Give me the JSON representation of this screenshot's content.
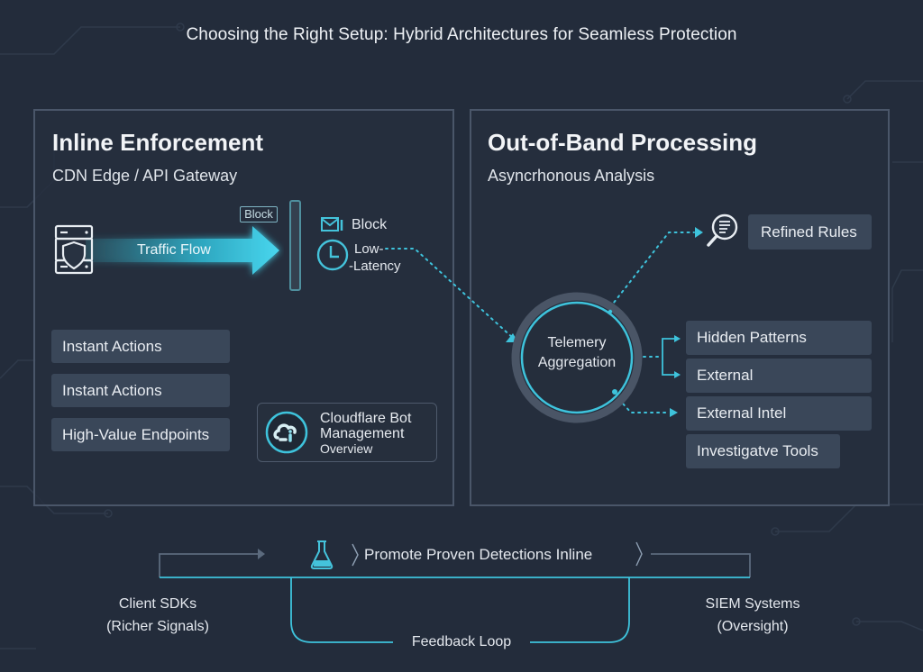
{
  "title": "Choosing the Right Setup: Hybrid Architectures for Seamless Protection",
  "inline": {
    "title": "Inline Enforcement",
    "subtitle": "CDN Edge / API Gateway",
    "traffic_flow_label": "Traffic Flow",
    "block_tag": "Block",
    "block_label": "Block",
    "latency_line1": "Low-",
    "latency_line2": "-Latency",
    "chips": [
      "Instant Actions",
      "Instant Actions",
      "High-Value Endpoints"
    ],
    "cloudflare_card": {
      "line1": "Cloudflare Bot",
      "line2": "Management",
      "line3": "Overview"
    }
  },
  "oob": {
    "title": "Out-of-Band Processing",
    "subtitle": "Asyncrhonous Analysis",
    "hub_line1": "Telemery",
    "hub_line2": "Aggregation",
    "refined_rules": "Refined Rules",
    "outputs": [
      "Hidden Patterns",
      "External",
      "External Intel",
      "Investigatve Tools"
    ]
  },
  "bottom": {
    "promote_label": "Promote Proven Detections Inline",
    "client_line1": "Client SDKs",
    "client_line2": "(Richer Signals)",
    "siem_line1": "SIEM Systems",
    "siem_line2": "(Oversight)",
    "feedback_label": "Feedback Loop"
  },
  "colors": {
    "background": "#232c3b",
    "accent_cyan": "#3ec3dc",
    "panel_border": "#4a5669",
    "chip_bg": "#3a4759"
  }
}
